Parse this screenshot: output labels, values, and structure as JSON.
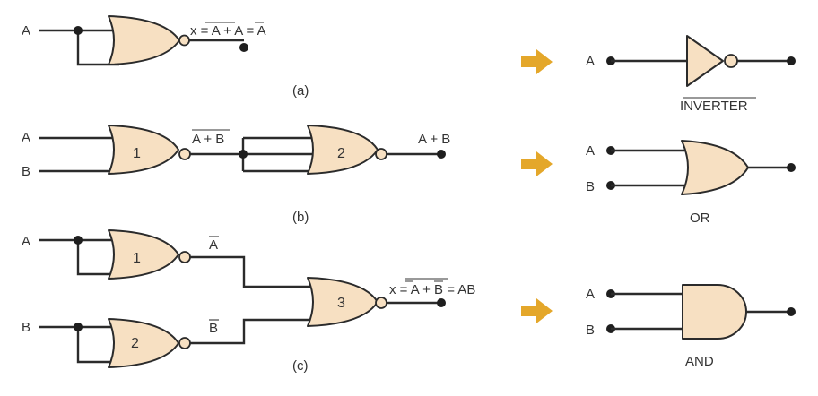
{
  "panel_a": {
    "input_label": "A",
    "expr": "x = A + A = A",
    "caption": "(a)"
  },
  "panel_b": {
    "input_a": "A",
    "input_b": "B",
    "gate1_number": "1",
    "gate2_number": "2",
    "mid_expr": "A + B",
    "out_expr": "A + B",
    "caption": "(b)"
  },
  "panel_c": {
    "input_a": "A",
    "input_b": "B",
    "gate1_number": "1",
    "gate2_number": "2",
    "gate3_number": "3",
    "a_bar": "A",
    "b_bar": "B",
    "out_expr": "x = A + B = AB",
    "caption": "(c)"
  },
  "equivalents": {
    "inverter": {
      "input_label": "A",
      "name": "INVERTER"
    },
    "or": {
      "input_a": "A",
      "input_b": "B",
      "name": "OR"
    },
    "and": {
      "input_a": "A",
      "input_b": "B",
      "name": "AND"
    }
  },
  "colors": {
    "gate_fill": "#f7e0c2",
    "arrow": "#e4a72a",
    "line": "#2b2b2b"
  }
}
